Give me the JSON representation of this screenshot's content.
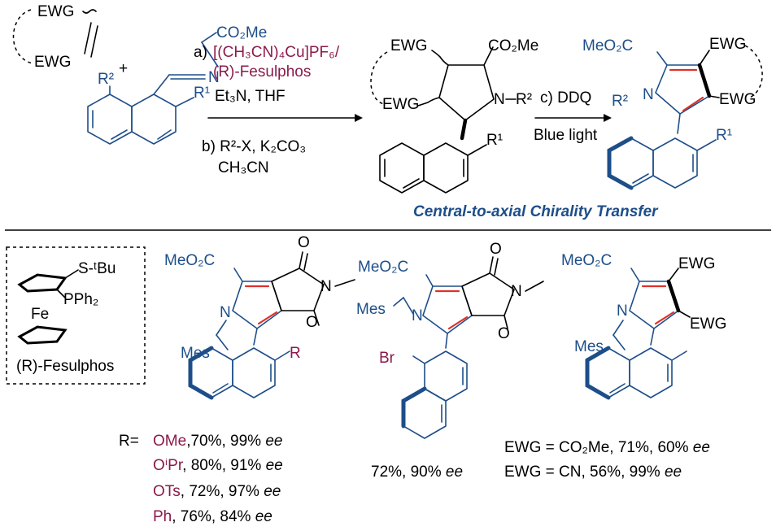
{
  "reaction": {
    "ewg": "EWG",
    "co2me": "CO₂Me",
    "meo2c": "MeO₂C",
    "r1": "R¹",
    "r2": "R²",
    "n": "N",
    "plus": "+",
    "cond_a_prefix": "a)",
    "cond_a_cat": "[(CH₃CN)₄Cu]PF₆/",
    "cond_a_ligand": "(R)-Fesulphos",
    "cond_a_base": "Et₃N, THF",
    "cond_b": "b) R²-X, K₂CO₃",
    "cond_b_solvent": "CH₃CN",
    "cond_c": "c) DDQ",
    "cond_c_light": "Blue light",
    "transfer_caption": "Central-to-axial Chirality Transfer"
  },
  "ligand": {
    "s_group": "S-ᵗBu",
    "pph2": "PPh₂",
    "fe": "Fe",
    "name": "(R)-Fesulphos"
  },
  "products": {
    "p1": {
      "mes": "Mes",
      "r": "R",
      "o": "O",
      "r_label": "R=",
      "rows": [
        {
          "sub": "OMe",
          "yield": ",70%, 99% ",
          "ee": "ee"
        },
        {
          "sub": "OⁱPr",
          "yield": ",  80%, 91% ",
          "ee": "ee"
        },
        {
          "sub": "OTs",
          "yield": ", 72%, 97% ",
          "ee": "ee"
        },
        {
          "sub": "Ph",
          "yield": ", 76%, 84% ",
          "ee": "ee"
        }
      ]
    },
    "p2": {
      "mes": "Mes",
      "br": "Br",
      "yield": "72%, 90% ",
      "ee": "ee"
    },
    "p3": {
      "mes": "Mes",
      "row1": "EWG = CO₂Me, 71%, 60% ",
      "row2": "EWG =  CN, 56%, 99% ",
      "ee": "ee"
    }
  }
}
